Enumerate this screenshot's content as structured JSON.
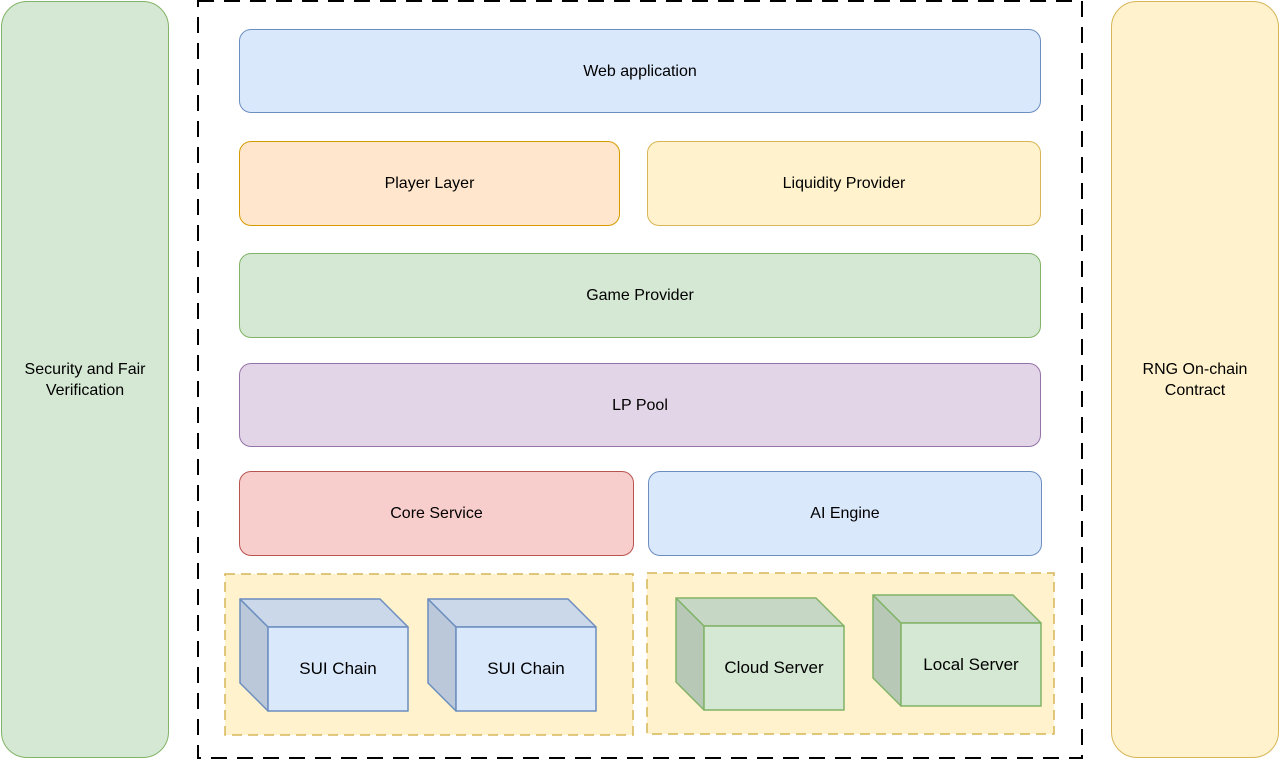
{
  "side_panels": {
    "left": {
      "label": "Security and Fair Verification",
      "fill": "#d5e8d4",
      "stroke": "#82b366"
    },
    "right": {
      "label": "RNG On-chain Contract",
      "fill": "#fff2cc",
      "stroke": "#d6b656"
    }
  },
  "layers": {
    "web_application": {
      "label": "Web application",
      "fill": "#dae8fc",
      "stroke": "#6c8ebf"
    },
    "player_layer": {
      "label": "Player Layer",
      "fill": "#ffe6cc",
      "stroke": "#d79b00"
    },
    "liquidity_provider": {
      "label": "Liquidity Provider",
      "fill": "#fff2cc",
      "stroke": "#d6b656"
    },
    "game_provider": {
      "label": "Game Provider",
      "fill": "#d5e8d4",
      "stroke": "#82b366"
    },
    "lp_pool": {
      "label": "LP Pool",
      "fill": "#e1d5e7",
      "stroke": "#9673a6"
    },
    "core_service": {
      "label": "Core Service",
      "fill": "#f8cecc",
      "stroke": "#b85450"
    },
    "ai_engine": {
      "label": "AI Engine",
      "fill": "#dae8fc",
      "stroke": "#6c8ebf"
    }
  },
  "infrastructure": {
    "group_fill": "#fff2cc",
    "group_stroke": "#d6b656",
    "blockchain_nodes": [
      {
        "label": "SUI Chain",
        "fill": "#dae8fc",
        "stroke": "#6c8ebf"
      },
      {
        "label": "SUI Chain",
        "fill": "#dae8fc",
        "stroke": "#6c8ebf"
      }
    ],
    "servers": [
      {
        "label": "Cloud Server",
        "fill": "#d5e8d4",
        "stroke": "#82b366"
      },
      {
        "label": "Local Server",
        "fill": "#d5e8d4",
        "stroke": "#82b366"
      }
    ]
  }
}
